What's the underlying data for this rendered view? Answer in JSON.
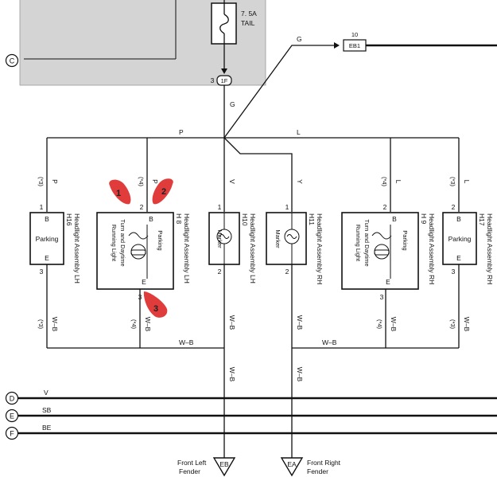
{
  "fuse": {
    "rating": "7. 5A",
    "name": "TAIL"
  },
  "junction": {
    "pin": "3",
    "id": "1F"
  },
  "connectors": {
    "c": "C",
    "d": "D",
    "e": "E",
    "f": "F"
  },
  "top_right": {
    "pin": "10",
    "id": "EB1",
    "wire": "G"
  },
  "wires": {
    "g_vertical": "G",
    "p_left": "P",
    "l_right": "L",
    "bus_d": "V",
    "bus_e": "SB",
    "bus_f": "BE",
    "wb_left": "W–B",
    "wb_right": "W–B"
  },
  "components": [
    {
      "id": "H16",
      "name": "Headlight Assembly LH",
      "label": "Parking",
      "pin_in": "1",
      "pin_out": "3",
      "term_in": "B",
      "term_out": "E",
      "wire_in": "P",
      "wire_out": "W–B",
      "note_in": "(*3)",
      "note_out": "(*3)"
    },
    {
      "id": "H 8",
      "name": "Headlight Assembly LH",
      "label": "Parking",
      "label2": "Turn and Daytime Running Light",
      "pin_in": "2",
      "pin_out": "3",
      "term_in": "B",
      "term_out": "E",
      "wire_in": "P",
      "wire_out": "W–B",
      "note_in": "(*4)",
      "note_out": "(*4)"
    },
    {
      "id": "H10",
      "name": "Headlight Assembly LH",
      "label": "Marker",
      "pin_in": "1",
      "pin_out": "2",
      "wire_in": "V",
      "wire_out": "W–B"
    },
    {
      "id": "H11",
      "name": "Headlight Assembly RH",
      "label": "Marker",
      "pin_in": "1",
      "pin_out": "2",
      "wire_in": "Y",
      "wire_out": "W–B"
    },
    {
      "id": "H 9",
      "name": "Headlight Assembly RH",
      "label": "Parking",
      "label2": "Turn and Daytime Running Light",
      "pin_in": "2",
      "pin_out": "3",
      "term_in": "B",
      "term_out": "E",
      "wire_in": "L",
      "wire_out": "W–B",
      "note_in": "(*4)",
      "note_out": "(*4)"
    },
    {
      "id": "H17",
      "name": "Headlight Assembly RH",
      "label": "Parking",
      "pin_in": "2",
      "pin_out": "3",
      "term_in": "B",
      "term_out": "E",
      "wire_in": "L",
      "wire_out": "W–B",
      "note_in": "(*3)",
      "note_out": "(*3)"
    }
  ],
  "grounds": [
    {
      "id": "EB",
      "label": "Front Left",
      "label2": "Fender"
    },
    {
      "id": "EA",
      "label": "Front Right",
      "label2": "Fender"
    }
  ],
  "markers": [
    "1",
    "2",
    "3"
  ],
  "colors": {
    "panel": "#d4d4d4",
    "marker": "#e03c3c"
  }
}
